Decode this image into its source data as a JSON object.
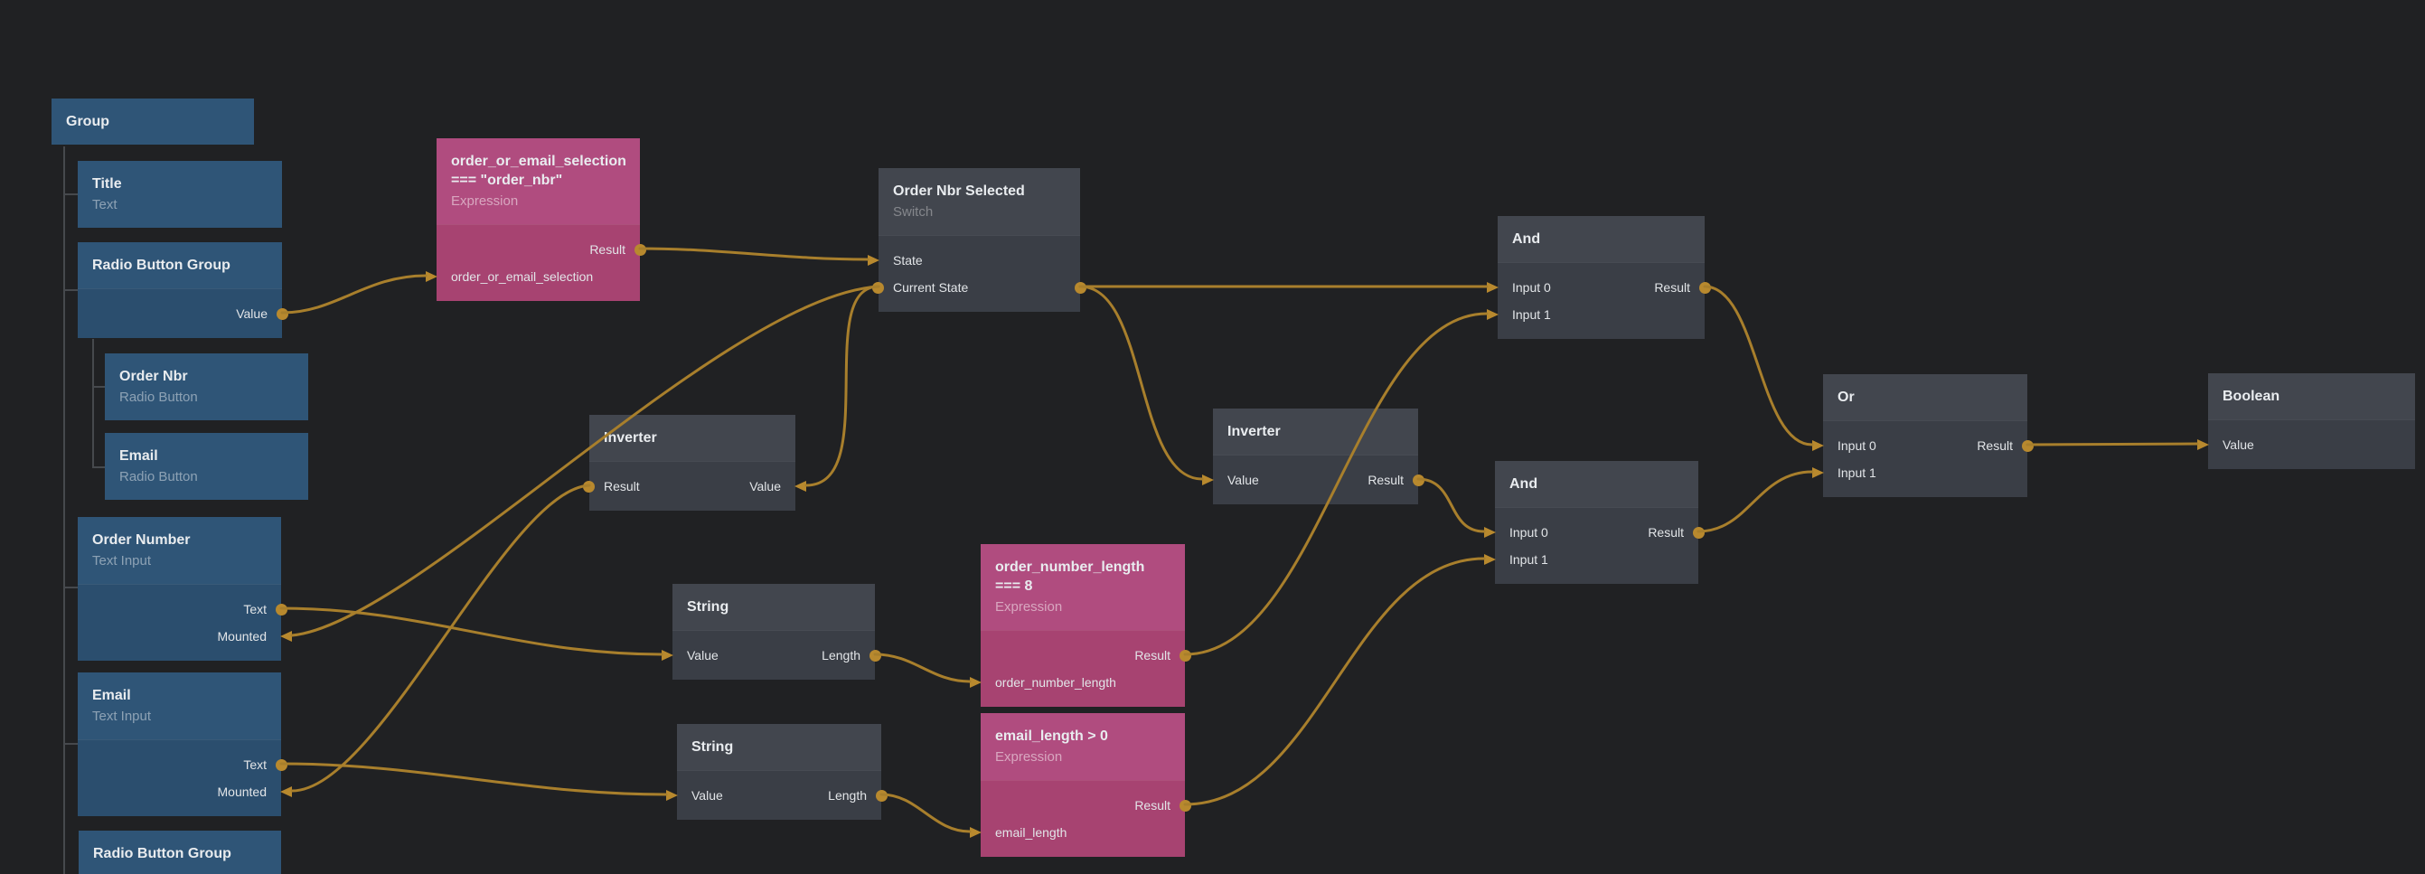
{
  "app": {
    "name": "node-graph-editor"
  },
  "colors": {
    "background": "#202123",
    "wire": "#a87f2c",
    "port": "#b8892e",
    "node_blue": "#2f5577",
    "node_gray": "#42464e",
    "node_pink": "#b04c7f"
  },
  "nodes": {
    "group": {
      "title": "Group"
    },
    "title_text": {
      "title": "Title",
      "subtitle": "Text"
    },
    "radio_button_group": {
      "title": "Radio Button Group",
      "ports": {
        "value": "Value"
      }
    },
    "order_nbr_radio": {
      "title": "Order Nbr",
      "subtitle": "Radio Button"
    },
    "email_radio": {
      "title": "Email",
      "subtitle": "Radio Button"
    },
    "order_number_input": {
      "title": "Order Number",
      "subtitle": "Text Input",
      "ports": {
        "text": "Text",
        "mounted": "Mounted"
      }
    },
    "email_input": {
      "title": "Email",
      "subtitle": "Text Input",
      "ports": {
        "text": "Text",
        "mounted": "Mounted"
      }
    },
    "radio_button_group_2": {
      "title": "Radio Button Group"
    },
    "expr_selection": {
      "title": "order_or_email_selection\n=== \"order_nbr\"",
      "subtitle": "Expression",
      "ports": {
        "result": "Result",
        "input": "order_or_email_selection"
      }
    },
    "switch_node": {
      "title": "Order Nbr Selected",
      "subtitle": "Switch",
      "ports": {
        "state": "State",
        "current_state": "Current State"
      }
    },
    "inverter_left": {
      "title": "Inverter",
      "ports": {
        "result": "Result",
        "value": "Value"
      }
    },
    "inverter_right": {
      "title": "Inverter",
      "ports": {
        "value": "Value",
        "result": "Result"
      }
    },
    "string_top": {
      "title": "String",
      "ports": {
        "value": "Value",
        "length": "Length"
      }
    },
    "string_bottom": {
      "title": "String",
      "ports": {
        "value": "Value",
        "length": "Length"
      }
    },
    "expr_order_number_length": {
      "title": "order_number_length\n=== 8",
      "subtitle": "Expression",
      "ports": {
        "result": "Result",
        "input": "order_number_length"
      }
    },
    "expr_email_length": {
      "title": "email_length > 0",
      "subtitle": "Expression",
      "ports": {
        "result": "Result",
        "input": "email_length"
      }
    },
    "and_top": {
      "title": "And",
      "ports": {
        "input0": "Input 0",
        "input1": "Input 1",
        "result": "Result"
      }
    },
    "and_bottom": {
      "title": "And",
      "ports": {
        "input0": "Input 0",
        "input1": "Input 1",
        "result": "Result"
      }
    },
    "or_node": {
      "title": "Or",
      "ports": {
        "input0": "Input 0",
        "input1": "Input 1",
        "result": "Result"
      }
    },
    "boolean_node": {
      "title": "Boolean",
      "ports": {
        "value": "Value"
      }
    }
  }
}
